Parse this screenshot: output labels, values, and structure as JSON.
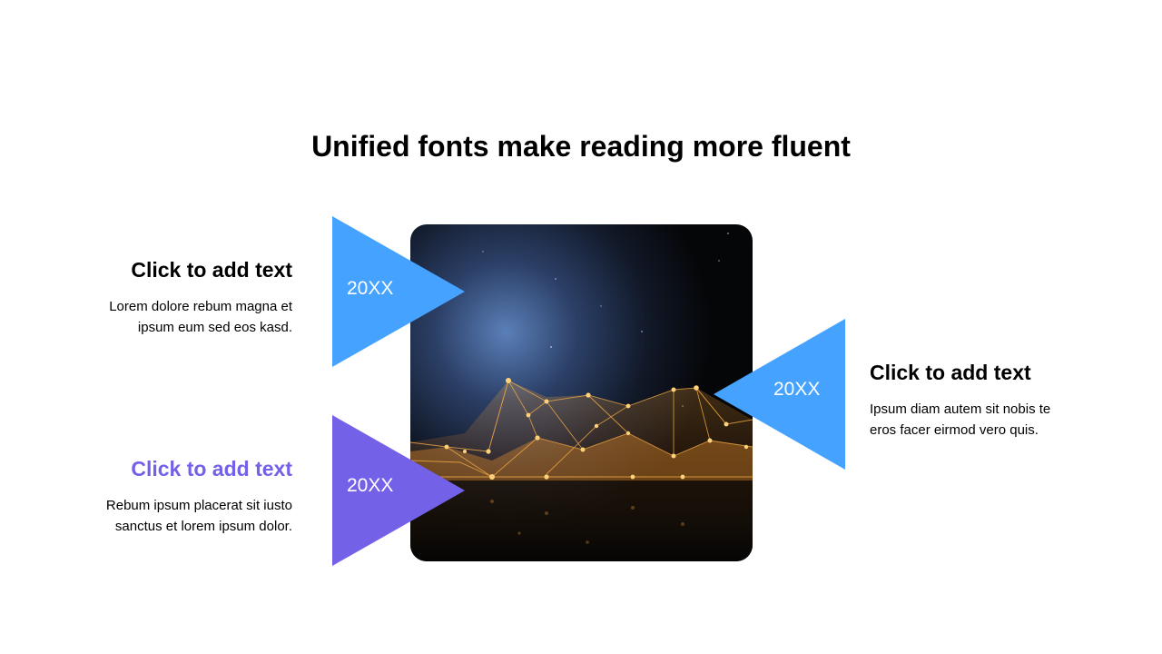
{
  "slide": {
    "title": "Unified fonts make reading more fluent"
  },
  "items": [
    {
      "year": "20XX",
      "heading": "Click to add text",
      "body_line1": "Lorem dolore rebum magna et",
      "body_line2": "ipsum eum sed eos kasd.",
      "color": "#45a3ff",
      "heading_color": "#000000"
    },
    {
      "year": "20XX",
      "heading": "Click to add text",
      "body_line1": "Rebum ipsum placerat sit iusto",
      "body_line2": "sanctus et lorem ipsum dolor.",
      "color": "#7361e8",
      "heading_color": "#7361e8"
    },
    {
      "year": "20XX",
      "heading": "Click to add text",
      "body_line1": "Ipsum diam autem sit nobis te",
      "body_line2": "eros facer eirmod vero quis.",
      "color": "#45a3ff",
      "heading_color": "#000000"
    }
  ]
}
